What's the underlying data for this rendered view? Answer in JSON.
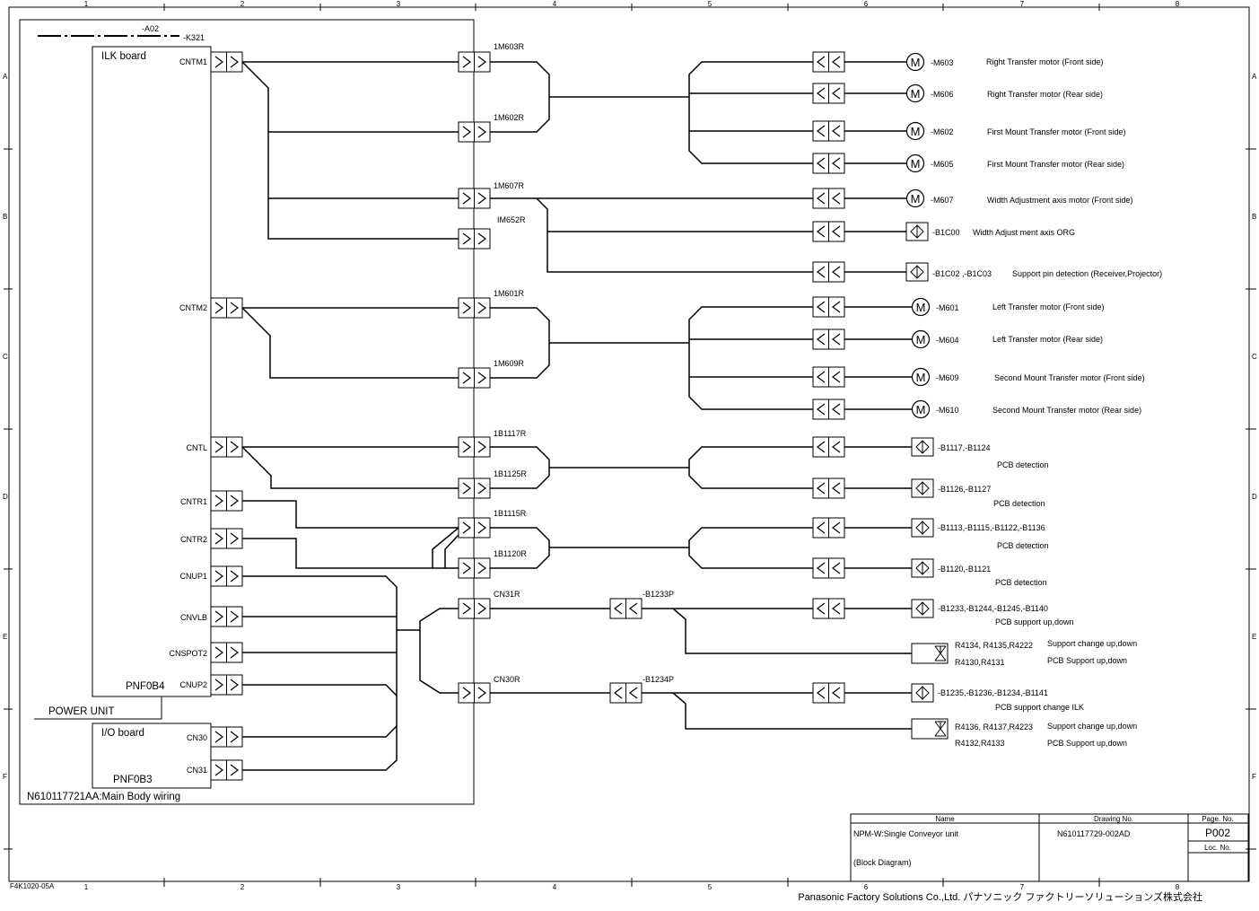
{
  "frame": {
    "columns": [
      "1",
      "2",
      "3",
      "4",
      "5",
      "6",
      "7",
      "8"
    ],
    "rows": [
      "A",
      "B",
      "C",
      "D",
      "E",
      "F"
    ],
    "form_code": "F4K1020-05A"
  },
  "main_body": {
    "a02": "-A02",
    "k321": "-K321",
    "wiring_label": "N610117721AA:Main Body wiring"
  },
  "ilk_board": {
    "title": "ILK board",
    "part": "PNF0B4",
    "connectors": {
      "cntm1": "CNTM1",
      "cntm2": "CNTM2",
      "cntl": "CNTL",
      "cntr1": "CNTR1",
      "cntr2": "CNTR2",
      "cnup1": "CNUP1",
      "cnvlb": "CNVLB",
      "cnspot2": "CNSPOT2",
      "cnup2": "CNUP2"
    }
  },
  "power_unit": "POWER UNIT",
  "io_board": {
    "title": "I/O board",
    "part": "PNF0B3",
    "connectors": {
      "cn30": "CN30",
      "cn31": "CN31"
    }
  },
  "relay_connectors": {
    "r1m603": "1M603R",
    "r1m602": "1M602R",
    "r1m607": "1M607R",
    "rim652": "IM652R",
    "r1m601": "1M601R",
    "r1m609": "1M609R",
    "r1b1117": "1B1117R",
    "r1b1125": "1B1125R",
    "r1b1115": "1B1115R",
    "r1b1120": "1B1120R",
    "cn31r": "CN31R",
    "cn30r": "CN30R"
  },
  "inline_connectors": {
    "b1233p": "-B1233P",
    "b1234p": "-B1234P"
  },
  "devices": {
    "m603": {
      "tag": "-M603",
      "desc": "Right Transfer motor (Front side)"
    },
    "m606": {
      "tag": "-M606",
      "desc": "Right Transfer motor (Rear  side)"
    },
    "m602": {
      "tag": "-M602",
      "desc": "First Mount Transfer motor (Front side)"
    },
    "m605": {
      "tag": "-M605",
      "desc": "First Mount Transfer motor (Rear  side)"
    },
    "m607": {
      "tag": "-M607",
      "desc": "Width Adjustment axis motor (Front  side)"
    },
    "b1c00": {
      "tag": "-B1C00",
      "desc": "Width Adjust ment axis   ORG"
    },
    "b1c02": {
      "tag": "-B1C02 ,-B1C03",
      "desc": "Support pin detection (Receiver,Projector)"
    },
    "m601": {
      "tag": "-M601",
      "desc": "Left Transfer motor (Front side)"
    },
    "m604": {
      "tag": "-M604",
      "desc": "Left Transfer motor (Rear  side)"
    },
    "m609": {
      "tag": "-M609",
      "desc": "Second Mount Transfer motor (Front side)"
    },
    "m610": {
      "tag": "-M610",
      "desc": "Second Mount Transfer motor (Rear  side)"
    },
    "b1117": {
      "tag": "-B1117,-B1124",
      "desc": "PCB detection"
    },
    "b1126": {
      "tag": "-B1126,-B1127",
      "desc": "PCB detection"
    },
    "b1113": {
      "tag": "-B1113,-B1115,-B1122,-B1136",
      "desc": "PCB detection"
    },
    "b1120": {
      "tag": "-B1120,-B1121",
      "desc": "PCB detection"
    },
    "b1233": {
      "tag": "-B1233,-B1244,-B1245,-B1140",
      "desc": "PCB support up,down"
    },
    "v1": {
      "tag1": "R4134, R4135,R4222",
      "tag2": "R4130,R4131",
      "desc1": "Support change up,down",
      "desc2": "PCB Support up,down"
    },
    "b1235": {
      "tag": "-B1235,-B1236,-B1234,-B1141",
      "desc": "PCB support change ILK"
    },
    "v2": {
      "tag1": "R4136, R4137,R4223",
      "tag2": "R4132,R4133",
      "desc1": "Support change up,down",
      "desc2": "PCB Support up,down"
    }
  },
  "symbols": {
    "motor": "M"
  },
  "title_block": {
    "name_header": "Name",
    "drawing_header": "Drawing No.",
    "page_header": "Page. No.",
    "loc_header": "Loc. No.",
    "name_line1": "NPM-W:Single Conveyor unit",
    "name_line2": "(Block Diagram)",
    "drawing_no": "N610117729-002AD",
    "page_no": "P002",
    "company": "Panasonic Factory Solutions Co.,Ltd. パナソニック ファクトリーソリューションズ株式会社"
  }
}
